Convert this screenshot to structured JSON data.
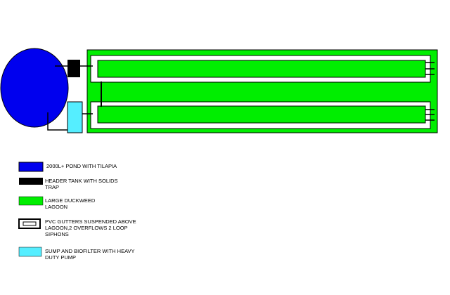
{
  "colors": {
    "pond": "#0000ee",
    "header_tank": "#000000",
    "lagoon": "#00ee00",
    "gutter_fill": "#00ee00",
    "gutter_outline": "#000000",
    "gutter_frame": "#ffffff",
    "sump": "#55eeff",
    "pipe": "#000000",
    "background": "#ffffff"
  },
  "legend": {
    "pond": {
      "icon": "blue-rectangle-swatch",
      "lines": [
        "2000L+ POND WITH TILAPIA"
      ]
    },
    "header_tank": {
      "icon": "black-rectangle-swatch",
      "lines": [
        "HEADER TANK WITH SOLIDS",
        "TRAP"
      ]
    },
    "lagoon": {
      "icon": "green-rectangle-swatch",
      "lines": [
        "LARGE DUCKWEED",
        "LAGOON"
      ]
    },
    "gutter": {
      "icon": "gutter-outline-swatch",
      "lines": [
        "PVC GUTTERS SUSPENDED ABOVE",
        "LAGOON,2 OVERFLOWS 2 LOOP",
        "SIPHONS"
      ]
    },
    "sump": {
      "icon": "cyan-rectangle-swatch",
      "lines": [
        "SUMP AND BIOFILTER WITH HEAVY",
        "DUTY PUMP"
      ]
    }
  }
}
